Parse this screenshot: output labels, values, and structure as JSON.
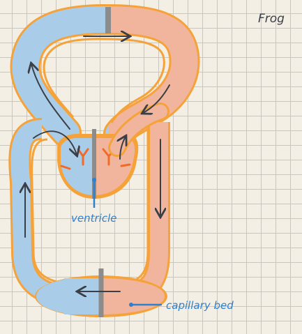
{
  "title": "Frog",
  "labels": {
    "ventricle": "ventricle",
    "capillary_bed": "capillary bed"
  },
  "colors": {
    "deoxygenated": "#a9cde8",
    "oxygenated": "#f0b59c",
    "outline": "#f5a23a",
    "septum": "#8c8c8c",
    "arrow": "#3a3f47",
    "label": "#2f7fcf",
    "valve": "#f06a2a"
  }
}
